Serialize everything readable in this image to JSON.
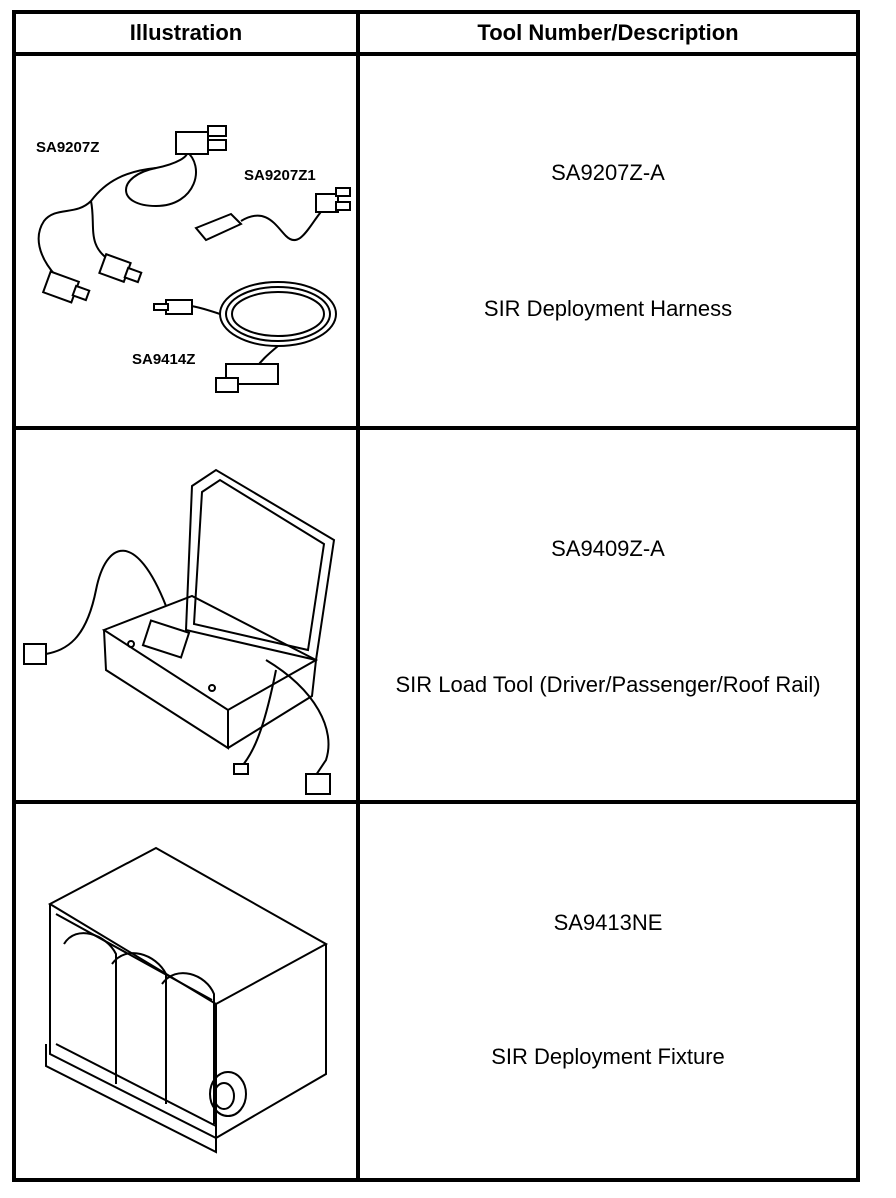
{
  "table": {
    "headers": {
      "illustration": "Illustration",
      "tool": "Tool Number/Description"
    },
    "rows": [
      {
        "tool_number": "SA9207Z-A",
        "description": "SIR Deployment Harness",
        "callouts": [
          "SA9207Z",
          "SA9207Z1",
          "SA9414Z"
        ]
      },
      {
        "tool_number": "SA9409Z-A",
        "description": "SIR Load Tool (Driver/Passenger/Roof Rail)"
      },
      {
        "tool_number": "SA9413NE",
        "description": "SIR Deployment Fixture"
      }
    ]
  }
}
